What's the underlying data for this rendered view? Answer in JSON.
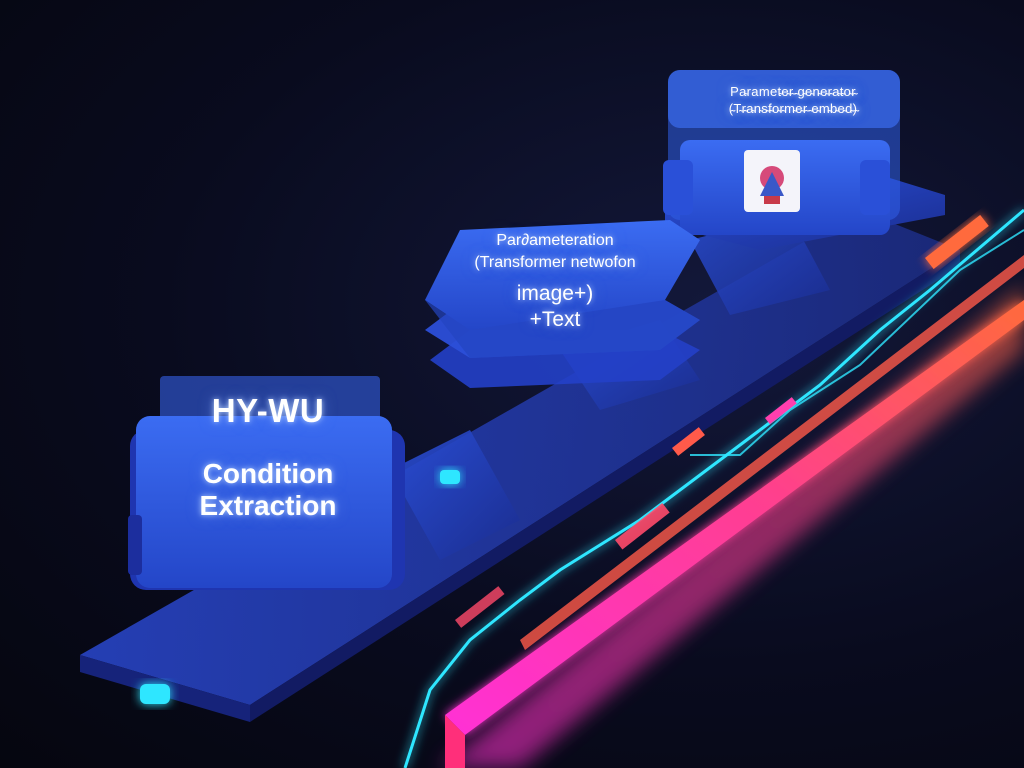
{
  "module_1": {
    "title": "HY-WU",
    "line_1": "Condition",
    "line_2": "Extraction"
  },
  "module_2": {
    "line_1": "Par∂ameteration",
    "line_2": "(Transformer netwofon",
    "line_3": "image+)",
    "line_4": "+Text"
  },
  "module_3": {
    "line_1": "Pa̴ramet̴e̴r̴ ̴g̴e̴n̴e̴r̴a̴t̴o̴r̴",
    "line_2": "(̴T̴r̴a̴n̴s̴f̴o̴r̴m̴e̴r̴ ̴e̴m̴b̴e̴d̴)̴"
  },
  "colors": {
    "background": "#07081a",
    "block_blue": "#2f5fe8",
    "glow_cyan": "#2fe6ff",
    "glow_magenta": "#ff2fd6",
    "glow_orange": "#ff6a3c"
  },
  "icons": {
    "thumbnail": "image-thumbnail-icon"
  }
}
